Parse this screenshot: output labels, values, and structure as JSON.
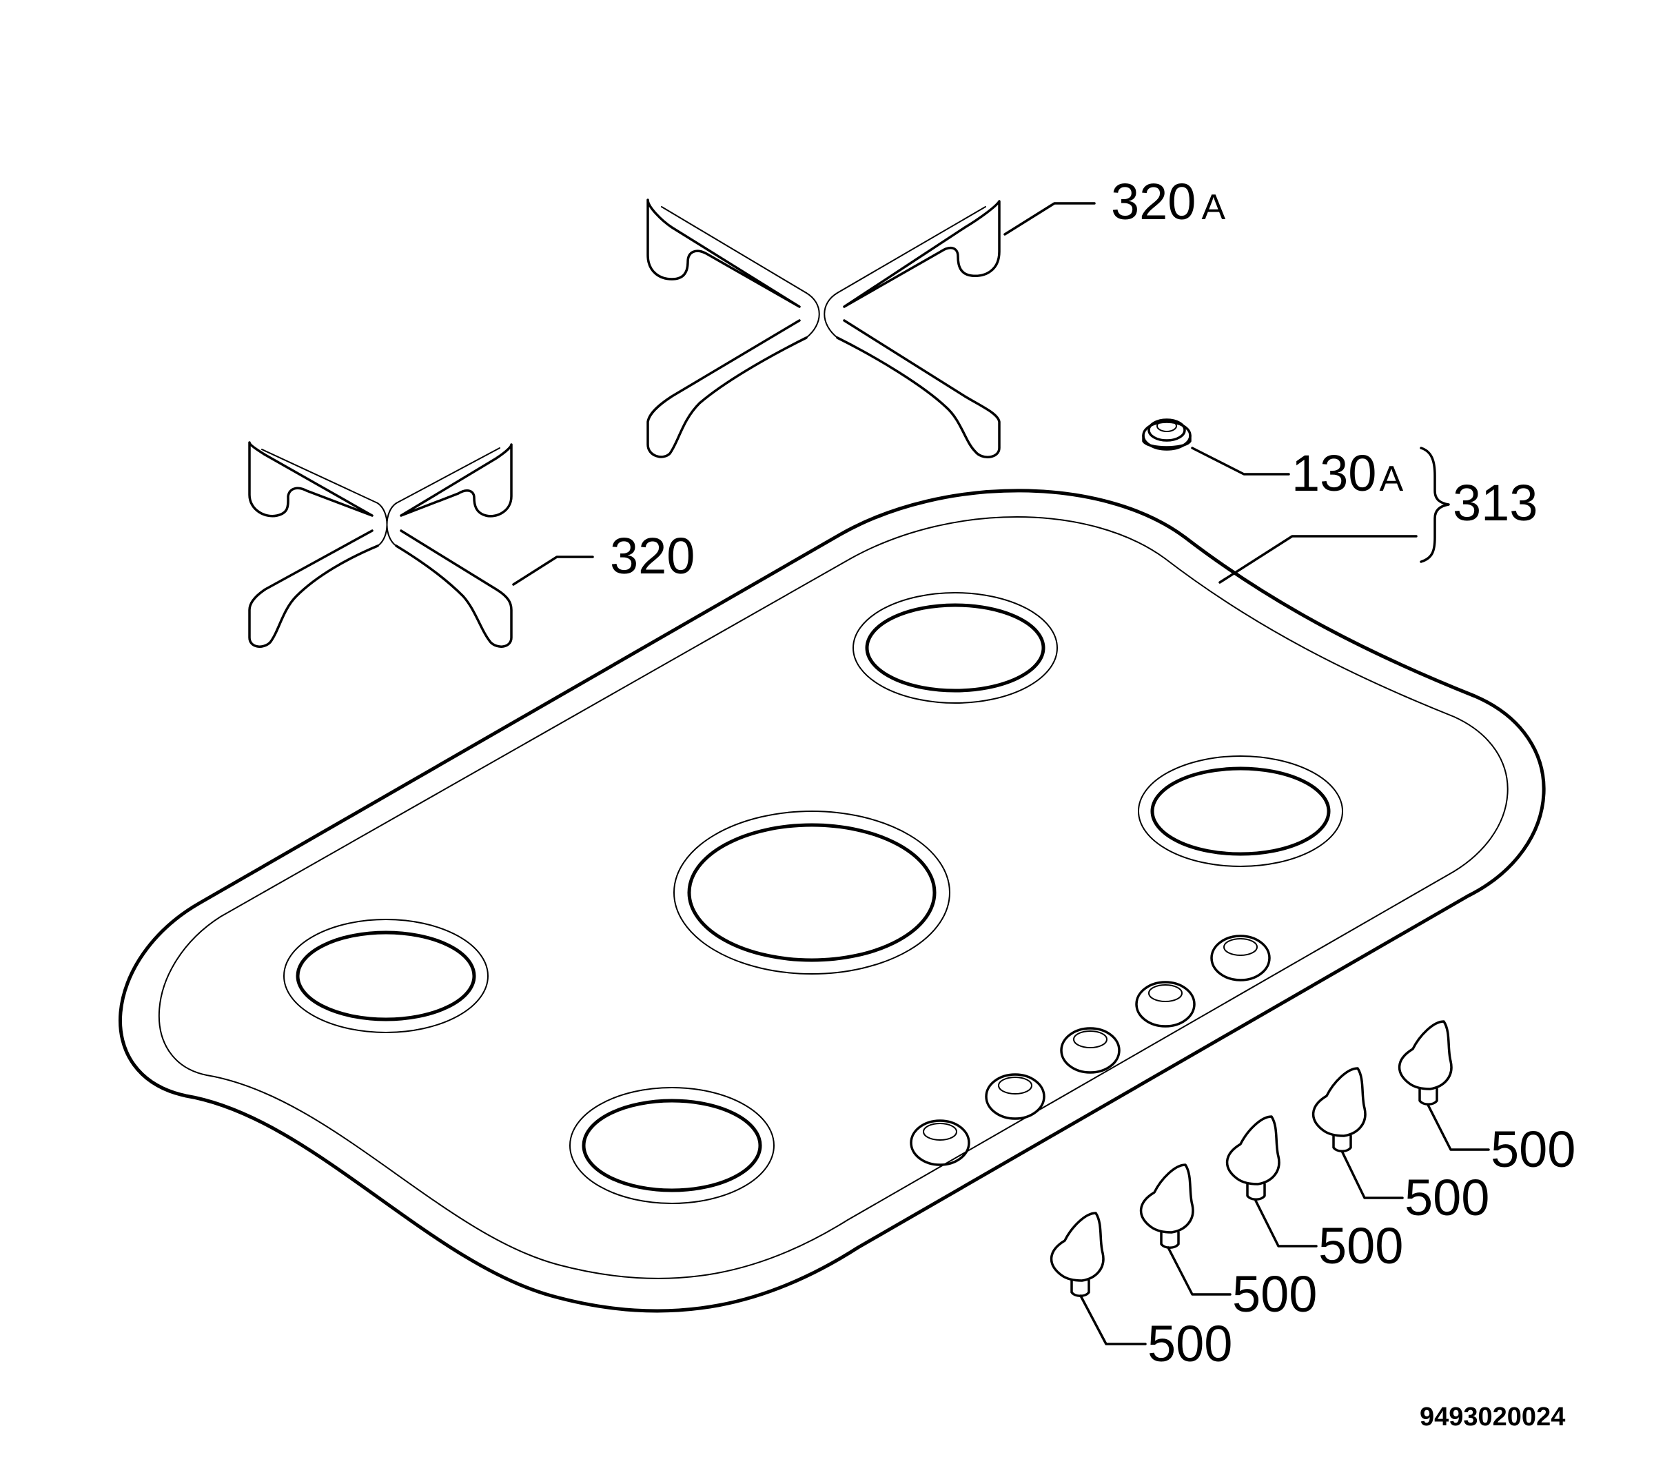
{
  "labels": {
    "grid_large": {
      "num": "320",
      "suffix": "A"
    },
    "grid_small": "320",
    "cap": {
      "num": "130",
      "suffix": "A"
    },
    "hob_group": "313",
    "knob": "500"
  },
  "knob_labels": [
    "500",
    "500",
    "500",
    "500",
    "500"
  ],
  "drawing_code": "9493020024"
}
